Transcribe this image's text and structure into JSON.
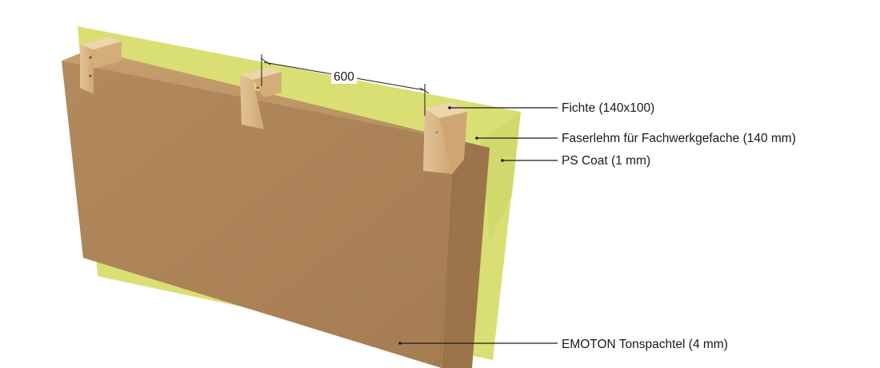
{
  "diagram": {
    "dimension_label": "600",
    "labels": {
      "fichte": "Fichte (140x100)",
      "faserlehm": "Faserlehm für Fachwerkgefache (140 mm)",
      "ps_coat": "PS Coat (1 mm)",
      "emoton": "EMOTON Tonspachtel (4 mm)"
    },
    "colors": {
      "ps_coat_membrane": "#d9df73",
      "clay_board": "#b88c5e",
      "wood_timber": "#d8b787",
      "leader_line": "#1a1a1a"
    }
  }
}
